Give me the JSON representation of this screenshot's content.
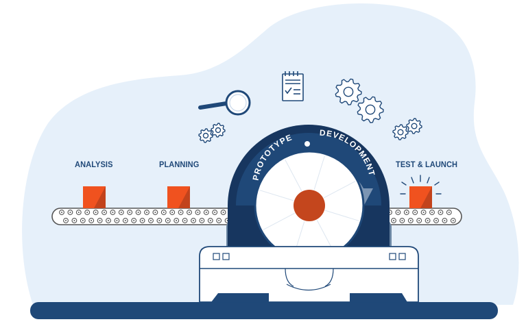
{
  "stages": {
    "analysis": "ANALYSIS",
    "planning": "PLANNING",
    "test_launch": "TEST & LAUNCH"
  },
  "arc": {
    "prototype": "PROTOTYPE",
    "development": "DEVELOPMENT"
  },
  "colors": {
    "background_blob": "#e6f0fa",
    "navy": "#1f4878",
    "dark_navy": "#17365f",
    "block_orange": "#f0521f",
    "block_shade": "#c2431c",
    "hub": "#c4461d",
    "machine_body": "#6b86a3",
    "belt_outline": "#555555"
  },
  "icons": [
    "magnifier-icon",
    "checklist-icon",
    "gears-icon",
    "conveyor-belt",
    "gear-wheel"
  ]
}
